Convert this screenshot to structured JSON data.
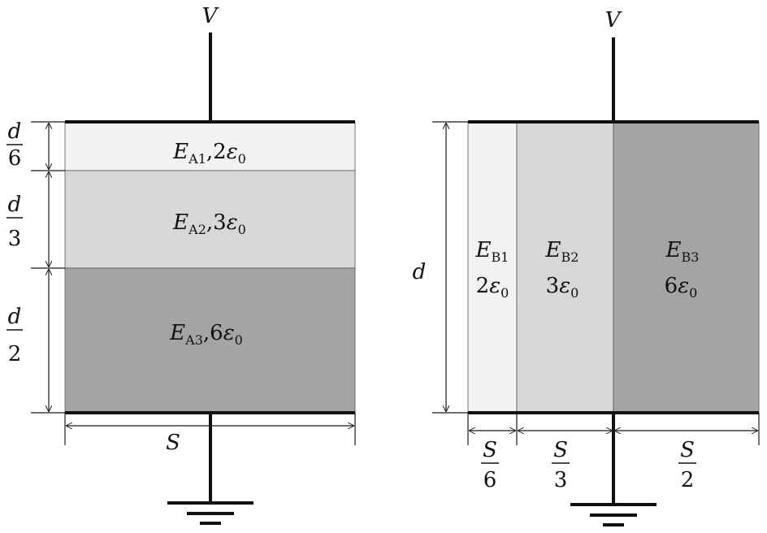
{
  "voltage_label": "V",
  "capacitor_a": {
    "layers": [
      {
        "field": "E",
        "sub": "A1",
        "perm": "2",
        "eps": "ε",
        "eps_sub": "0",
        "thickness_num": "d",
        "thickness_den": "6",
        "fill": "#f1f2f1"
      },
      {
        "field": "E",
        "sub": "A2",
        "perm": "3",
        "eps": "ε",
        "eps_sub": "0",
        "thickness_num": "d",
        "thickness_den": "3",
        "fill": "#d6d7d6"
      },
      {
        "field": "E",
        "sub": "A3",
        "perm": "6",
        "eps": "ε",
        "eps_sub": "0",
        "thickness_num": "d",
        "thickness_den": "2",
        "fill": "#a3a4a3"
      }
    ],
    "width_label": "S"
  },
  "capacitor_b": {
    "height_label": "d",
    "columns": [
      {
        "field": "E",
        "sub": "B1",
        "perm": "2",
        "eps": "ε",
        "eps_sub": "0",
        "width_num": "S",
        "width_den": "6",
        "fill": "#f1f2f1"
      },
      {
        "field": "E",
        "sub": "B2",
        "perm": "3",
        "eps": "ε",
        "eps_sub": "0",
        "width_num": "S",
        "width_den": "3",
        "fill": "#d6d7d6"
      },
      {
        "field": "E",
        "sub": "B3",
        "perm": "6",
        "eps": "ε",
        "eps_sub": "0",
        "width_num": "S",
        "width_den": "2",
        "fill": "#a3a4a3"
      }
    ]
  },
  "colors": {
    "line": "#1a1a1a",
    "plate": "#111111"
  }
}
